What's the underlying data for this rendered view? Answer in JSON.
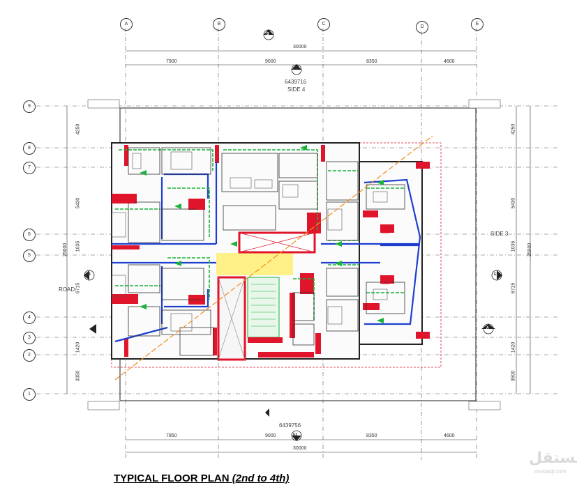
{
  "title": {
    "main": "TYPICAL FLOOR PLAN ",
    "sub": "(2nd to 4th)"
  },
  "grid": {
    "columns": [
      "A",
      "B",
      "C",
      "D",
      "E"
    ],
    "rows": [
      "9",
      "8",
      "7",
      "6",
      "5",
      "4",
      "3",
      "2",
      "1"
    ]
  },
  "dims": {
    "top_total": "30000",
    "top": [
      "7900",
      "9000",
      "8350",
      "4600"
    ],
    "bottom_total": "30000",
    "bottom": [
      "7850",
      "9000",
      "8350",
      "4600"
    ],
    "right": [
      "4250",
      "5430",
      "1035",
      "6715",
      "1420",
      "3500"
    ],
    "right_total": "25000",
    "left": [
      "4250",
      "5430",
      "1035",
      "6715",
      "1420",
      "3350"
    ],
    "left_total": "25000"
  },
  "plot": {
    "top_id": "6439716",
    "bottom_id": "6439756"
  },
  "sides": {
    "top": "SIDE 4",
    "right": "SIDE 3",
    "left": "ROAD"
  },
  "markers": {
    "top_e": "E4",
    "right_e": "E3",
    "left_e": "E1",
    "bottom_e": "E2",
    "section_b": "B",
    "section_a": "A"
  },
  "colors": {
    "wall": "#e0142a",
    "green": "#19b23a",
    "blue": "#1d3fcf",
    "orange": "#f28c1c",
    "yellow": "#fff07a",
    "dark": "#222222"
  },
  "watermark": {
    "text": "مستقل",
    "url": "mostaql.com"
  }
}
